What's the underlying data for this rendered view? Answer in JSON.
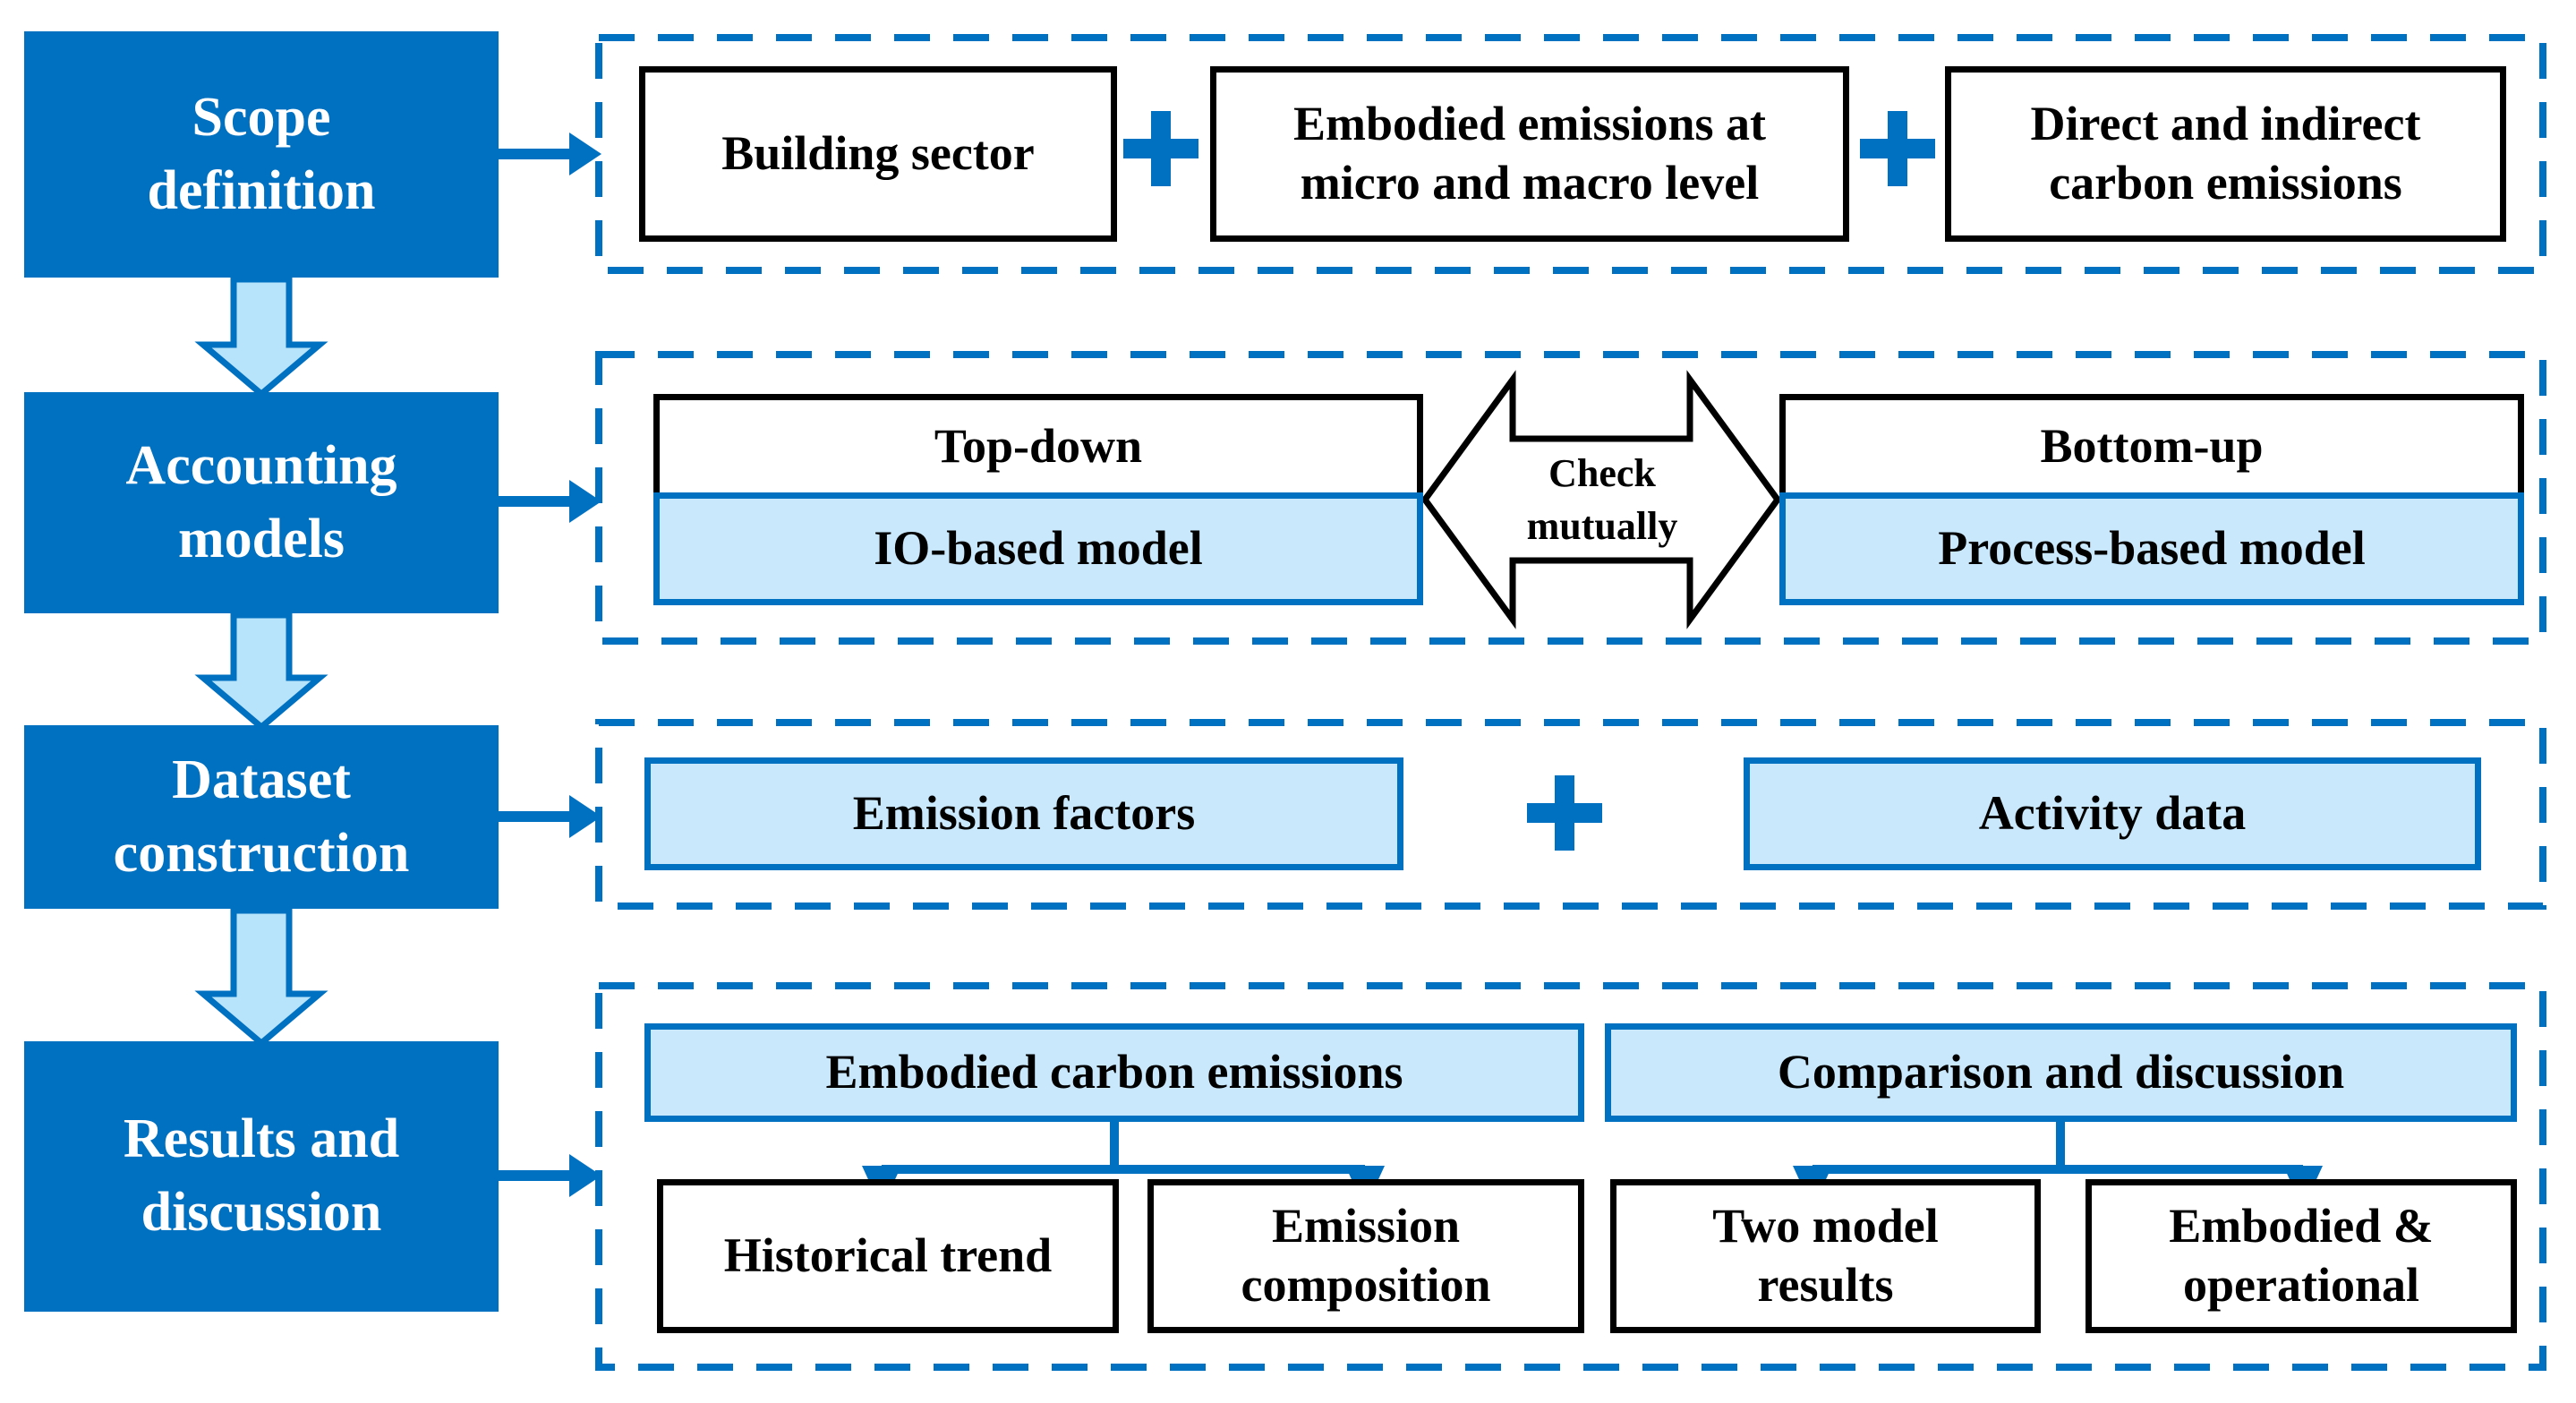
{
  "colors": {
    "primary_blue": "#0070C0",
    "light_blue_fill": "#C9E8FC",
    "arrow_fill": "#B7E3FB",
    "box_border_black": "#000000",
    "background": "#FFFFFF"
  },
  "stages": [
    {
      "label": "Scope\ndefinition"
    },
    {
      "label": "Accounting\nmodels"
    },
    {
      "label": "Dataset\nconstruction"
    },
    {
      "label": "Results and\ndiscussion"
    }
  ],
  "scope_row": {
    "items": [
      "Building sector",
      "Embodied emissions at\nmicro and macro level",
      "Direct and indirect\ncarbon emissions"
    ],
    "plus_operator": "+"
  },
  "models_row": {
    "left": {
      "top": "Top-down",
      "bottom": "IO-based model"
    },
    "center": "Check\nmutually",
    "right": {
      "top": "Bottom-up",
      "bottom": "Process-based model"
    }
  },
  "dataset_row": {
    "items": [
      "Emission factors",
      "Activity data"
    ],
    "plus_operator": "+"
  },
  "results_row": {
    "groups": [
      {
        "header": "Embodied carbon emissions",
        "children": [
          "Historical trend",
          "Emission\ncomposition"
        ]
      },
      {
        "header": "Comparison and discussion",
        "children": [
          "Two model\nresults",
          "Embodied &\noperational"
        ]
      }
    ]
  },
  "icons": {
    "down_arrow": "thick light-blue downward arrow",
    "flow_arrow": "blue right-pointing arrow",
    "double_arrow": "two-headed horizontal arrow",
    "plus": "blue plus operator",
    "branch": "forked down connector"
  }
}
